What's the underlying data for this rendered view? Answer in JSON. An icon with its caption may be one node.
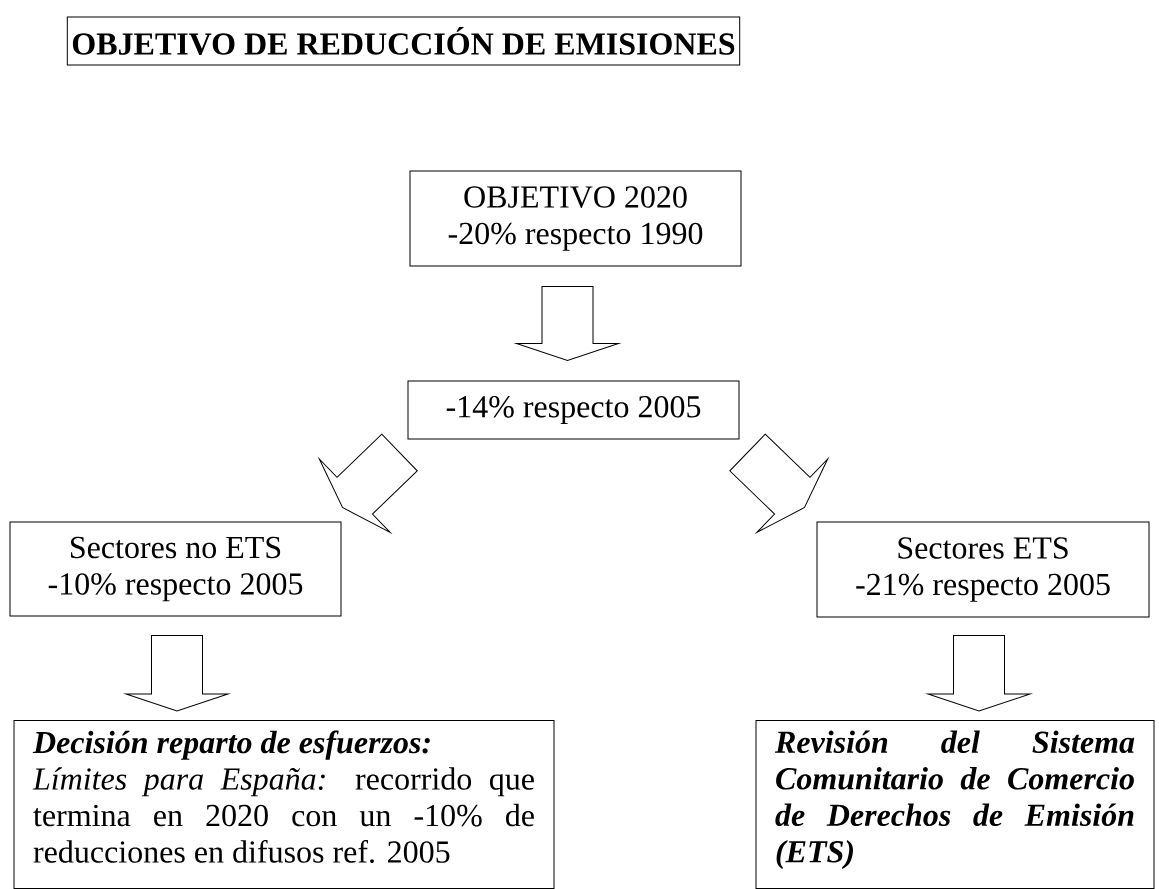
{
  "diagram": {
    "nodes": [
      {
        "text": [
          "OBJETIVO DE REDUCCIÓN DE EMISIONES"
        ]
      },
      {
        "text": [
          "OBJETIVO 2020",
          "-20% respecto 1990"
        ]
      },
      {
        "text": [
          "-14% respecto 2005"
        ]
      },
      {
        "text": [
          "Sectores no ETS",
          "-10% respecto 2005"
        ]
      },
      {
        "text": [
          "Sectores ETS",
          "-21% respecto 2005"
        ]
      },
      {
        "text": [
          "Decisión reparto de esfuerzos:",
          "*Límites para España:* recorrido que termina en 2020 con un -10% de reducciones en difusos ref. 2005"
        ]
      },
      {
        "text": [
          "Revisión del Sistema Comunitario de Comercio de Derechos de Emisión (ETS)"
        ]
      }
    ],
    "edges": [
      {
        "from": 1,
        "to": 2,
        "arrow": "to"
      },
      {
        "from": 2,
        "to": 3,
        "arrow": "to"
      },
      {
        "from": 2,
        "to": 4,
        "arrow": "to"
      },
      {
        "from": 3,
        "to": 5,
        "arrow": "to"
      },
      {
        "from": 4,
        "to": 6,
        "arrow": "to"
      }
    ]
  }
}
